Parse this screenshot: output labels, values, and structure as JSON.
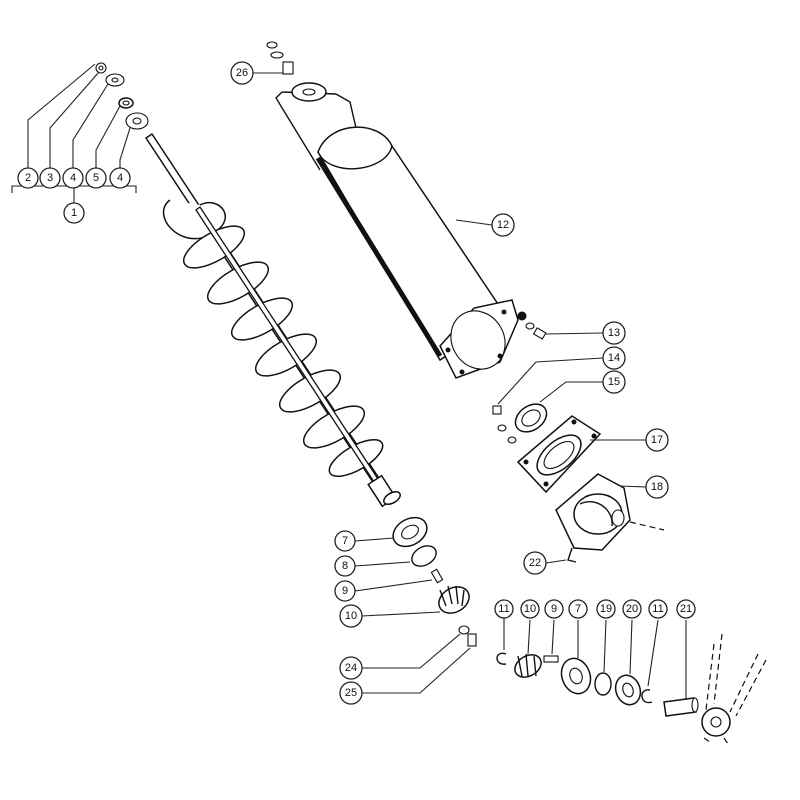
{
  "callouts": {
    "c1": "1",
    "c2": "2",
    "c3": "3",
    "c4a": "4",
    "c5": "5",
    "c4b": "4",
    "c26": "26",
    "c12": "12",
    "c13": "13",
    "c14": "14",
    "c15": "15",
    "c17": "17",
    "c18": "18",
    "c22": "22",
    "c7a": "7",
    "c8": "8",
    "c9a": "9",
    "c10a": "10",
    "c24": "24",
    "c25": "25",
    "c11a": "11",
    "c10b": "10",
    "c9b": "9",
    "c7b": "7",
    "c19": "19",
    "c20": "20",
    "c11b": "11",
    "c21": "21"
  }
}
